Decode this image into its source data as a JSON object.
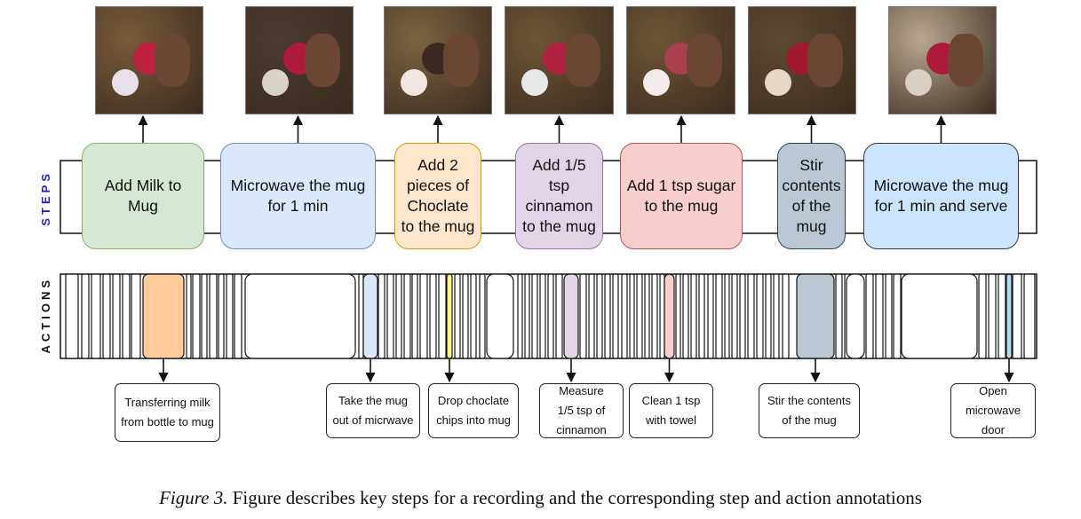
{
  "steps_label": "STEPS",
  "actions_label": "ACTIONS",
  "steps": [
    {
      "label": "Add Milk to\nMug",
      "fill": "#d5e8d4",
      "stroke": "#82b366",
      "photo": "milk-pour-photo"
    },
    {
      "label": "Microwave the mug\nfor 1 min",
      "fill": "#dae8fc",
      "stroke": "#6c8ebf",
      "photo": "microwave-photo"
    },
    {
      "label": "Add 2\npieces of\nChoclate\nto the mug",
      "fill": "#ffe6cc",
      "stroke": "#d79b00",
      "photo": "chocolate-photo"
    },
    {
      "label": "Add 1/5\ntsp\ncinnamon\nto the mug",
      "fill": "#e1d5e7",
      "stroke": "#9673a6",
      "photo": "cinnamon-photo"
    },
    {
      "label": "Add 1 tsp sugar\nto the mug",
      "fill": "#f8cecc",
      "stroke": "#b85450",
      "photo": "sugar-photo"
    },
    {
      "label": "Stir\ncontents\nof the\nmug",
      "fill": "#bac8d3",
      "stroke": "#23445d",
      "photo": "stir-photo"
    },
    {
      "label": "Microwave the mug\nfor 1 min and serve",
      "fill": "#cce5ff",
      "stroke": "#36393d",
      "photo": "serve-photo"
    }
  ],
  "actions": [
    {
      "label": "Transferring milk\nfrom bottle to mug",
      "fill": "#ffcc99"
    },
    {
      "label": "Take the mug\nout of micrwave",
      "fill": "#dae8fc"
    },
    {
      "label": "Drop choclate\nchips into mug",
      "fill": "#ffff88"
    },
    {
      "label": "Measure\n1/5 tsp of\ncinnamon",
      "fill": "#e1d5e7"
    },
    {
      "label": "Clean 1 tsp\nwith towel",
      "fill": "#f8cecc"
    },
    {
      "label": "Stir the contents\nof the mug",
      "fill": "#bac8d3"
    },
    {
      "label": "Open\nmicrowave\ndoor",
      "fill": "#b1ddf0"
    }
  ],
  "caption": {
    "prefix": "Figure 3.",
    "text": " Figure describes key steps for a recording and the corresponding step and action annotations"
  }
}
